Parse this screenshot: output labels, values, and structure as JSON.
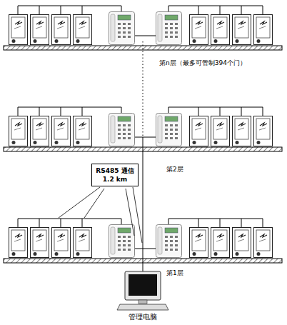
{
  "diagram": {
    "nodes": [
      {
        "text": [
          "RS485 通信 1.2 km"
        ]
      },
      {
        "text": [
          "管理电脑"
        ]
      }
    ],
    "labels": [
      "第n层（最多可管制394个门）",
      "第2层",
      "第1层"
    ]
  }
}
